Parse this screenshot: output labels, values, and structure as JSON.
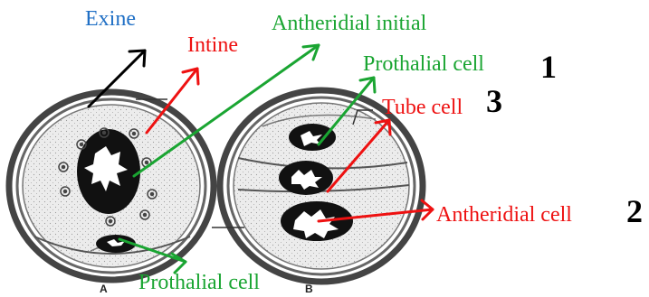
{
  "labels": {
    "exine": "Exine",
    "intine": "Intine",
    "antheridial_initial": "Antheridial initial",
    "prothalial_cell_top": "Prothalial cell",
    "tube_cell": "Tube cell",
    "antheridial_cell": "Antheridial cell",
    "prothalial_cell_bottom": "Prothalial cell"
  },
  "numbers": {
    "one": "1",
    "two": "2",
    "three": "3"
  },
  "figure_letters": {
    "a": "A",
    "b": "B"
  },
  "colors": {
    "blue": "#1f6fc5",
    "red": "#ee1111",
    "green": "#1aa532",
    "black": "#000000",
    "drawing": "#333333",
    "wall": "#555555",
    "cytoplasm": "#e6e6e6"
  }
}
